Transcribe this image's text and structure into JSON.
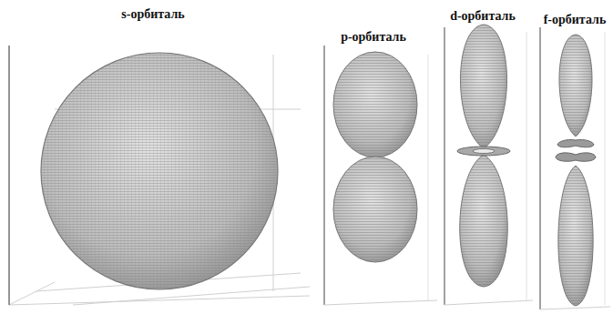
{
  "diagram": {
    "labels": [
      "s-орбиталь",
      "p-орбиталь",
      "d-орбиталь",
      "f-орбиталь"
    ]
  }
}
